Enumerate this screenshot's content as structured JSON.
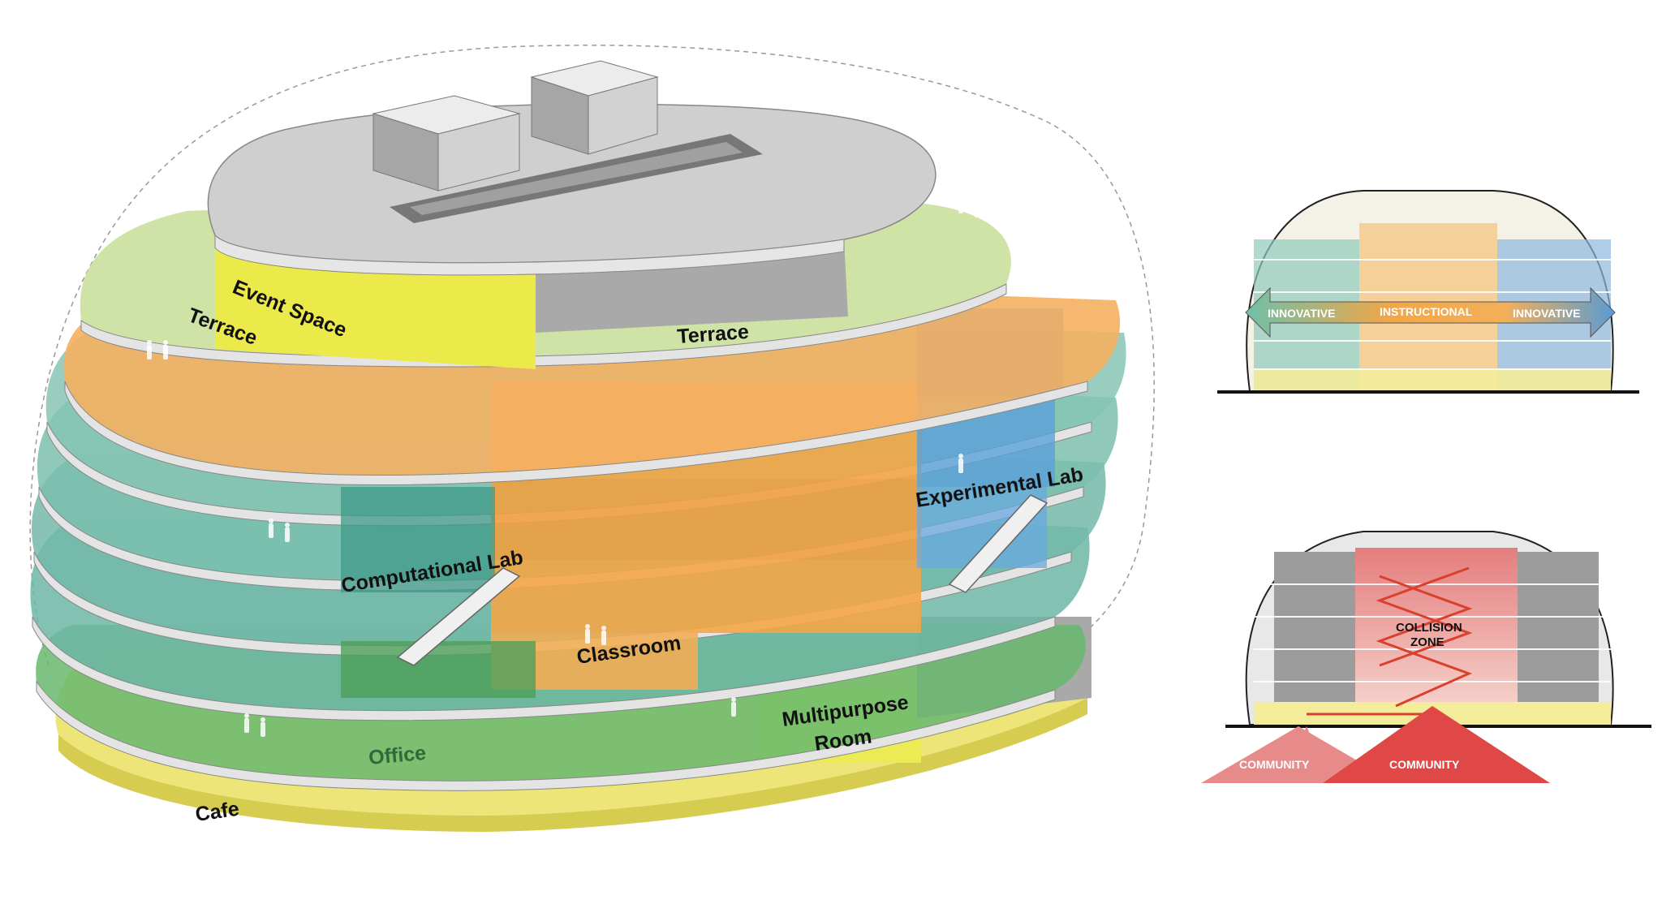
{
  "axon_labels": {
    "event_space": "Event Space",
    "terrace_left": "Terrace",
    "terrace_center": "Terrace",
    "experimental_lab": "Experimental Lab",
    "computational_lab": "Computational Lab",
    "classroom": "Classroom",
    "multipurpose_line1": "Multipurpose",
    "multipurpose_line2": "Room",
    "office": "Office",
    "cafe": "Cafe"
  },
  "section_spectrum": {
    "left": "INNOVATIVE",
    "center": "INSTRUCTIONAL",
    "right": "INNOVATIVE"
  },
  "section_collision": {
    "zone_line1": "COLLISION",
    "zone_line2": "ZONE",
    "community_left": "COMMUNITY",
    "community_right": "COMMUNITY"
  },
  "colors": {
    "computational": "#5fae9f",
    "classroom": "#f3a646",
    "experimental": "#3f8fd0",
    "office": "#5fb56a",
    "cafe": "#ece26a",
    "event": "#ece94a",
    "terrace": "#cfe3a6",
    "roof": "#c9c9c9",
    "collision": "#e06a6a",
    "community": "#e04848"
  }
}
